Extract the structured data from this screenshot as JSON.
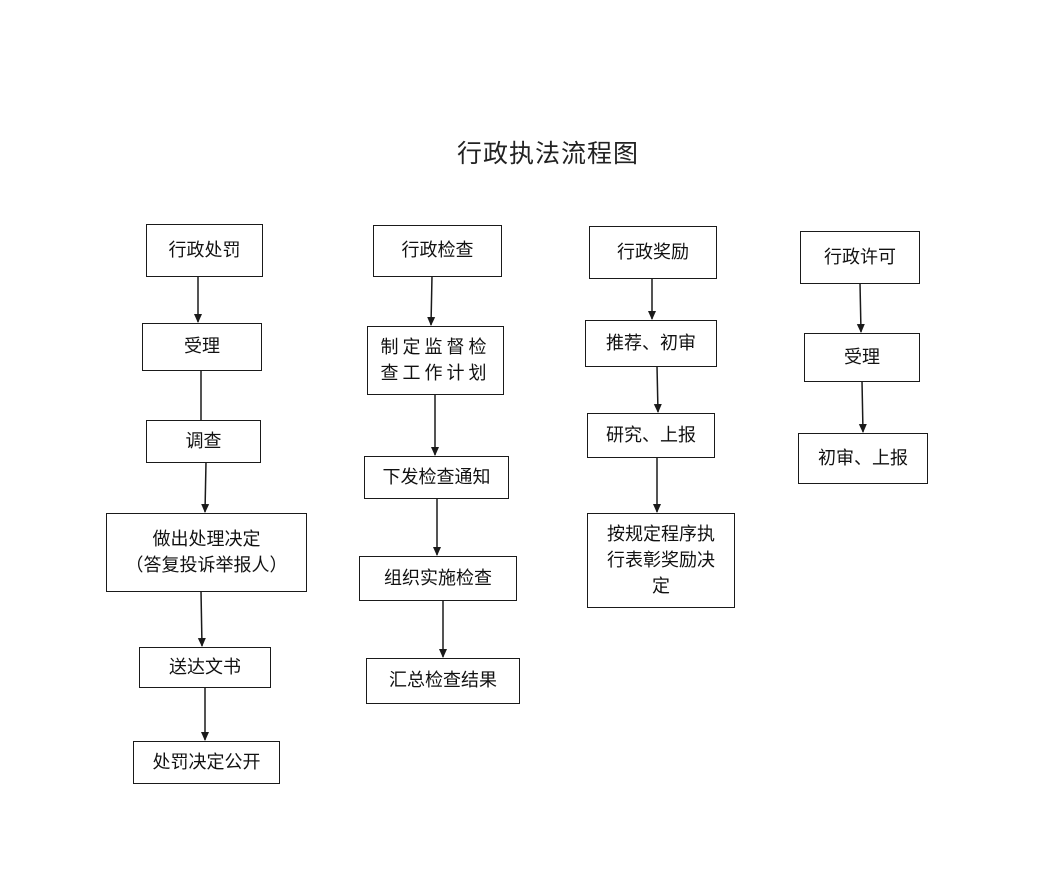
{
  "title": "行政执法流程图",
  "columns": [
    {
      "name": "administrative-penalty",
      "steps": [
        "行政处罚",
        "受理",
        "调查",
        "做出处理决定\n（答复投诉举报人）",
        "送达文书",
        "处罚决定公开"
      ]
    },
    {
      "name": "administrative-inspection",
      "steps": [
        "行政检查",
        "制定监督检\n查工作计划",
        "下发检查通知",
        "组织实施检查",
        "汇总检查结果"
      ]
    },
    {
      "name": "administrative-reward",
      "steps": [
        "行政奖励",
        "推荐、初审",
        "研究、上报",
        "按规定程序执\n行表彰奖励决\n定"
      ]
    },
    {
      "name": "administrative-license",
      "steps": [
        "行政许可",
        "受理",
        "初审、上报"
      ]
    }
  ]
}
